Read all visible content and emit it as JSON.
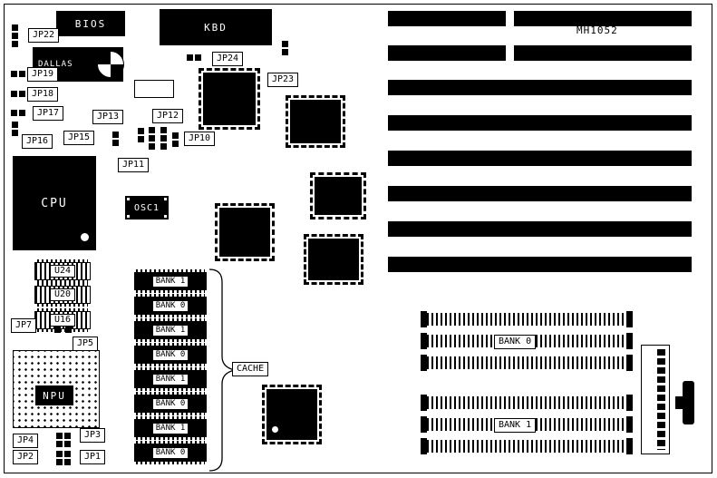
{
  "title": "MH1052",
  "chips": {
    "bios": "BIOS",
    "kbd": "KBD",
    "dallas": "DALLAS",
    "cpu": "CPU",
    "osc1": "OSC1",
    "npu": "NPU",
    "u24": "U24",
    "u20": "U20",
    "u16": "U16"
  },
  "jumpers": {
    "jp1": "JP1",
    "jp2": "JP2",
    "jp3": "JP3",
    "jp4": "JP4",
    "jp5": "JP5",
    "jp7": "JP7",
    "jp10": "JP10",
    "jp11": "JP11",
    "jp12": "JP12",
    "jp13": "JP13",
    "jp15": "JP15",
    "jp16": "JP16",
    "jp17": "JP17",
    "jp18": "JP18",
    "jp19": "JP19",
    "jp22": "JP22",
    "jp23": "JP23",
    "jp24": "JP24"
  },
  "cache": {
    "label": "CACHE",
    "chips": [
      "BANK 1",
      "BANK 0",
      "BANK 1",
      "BANK 0",
      "BANK 1",
      "BANK 0",
      "BANK 1",
      "BANK 0"
    ]
  },
  "memory": {
    "bank0": "BANK 0",
    "bank1": "BANK 1"
  }
}
